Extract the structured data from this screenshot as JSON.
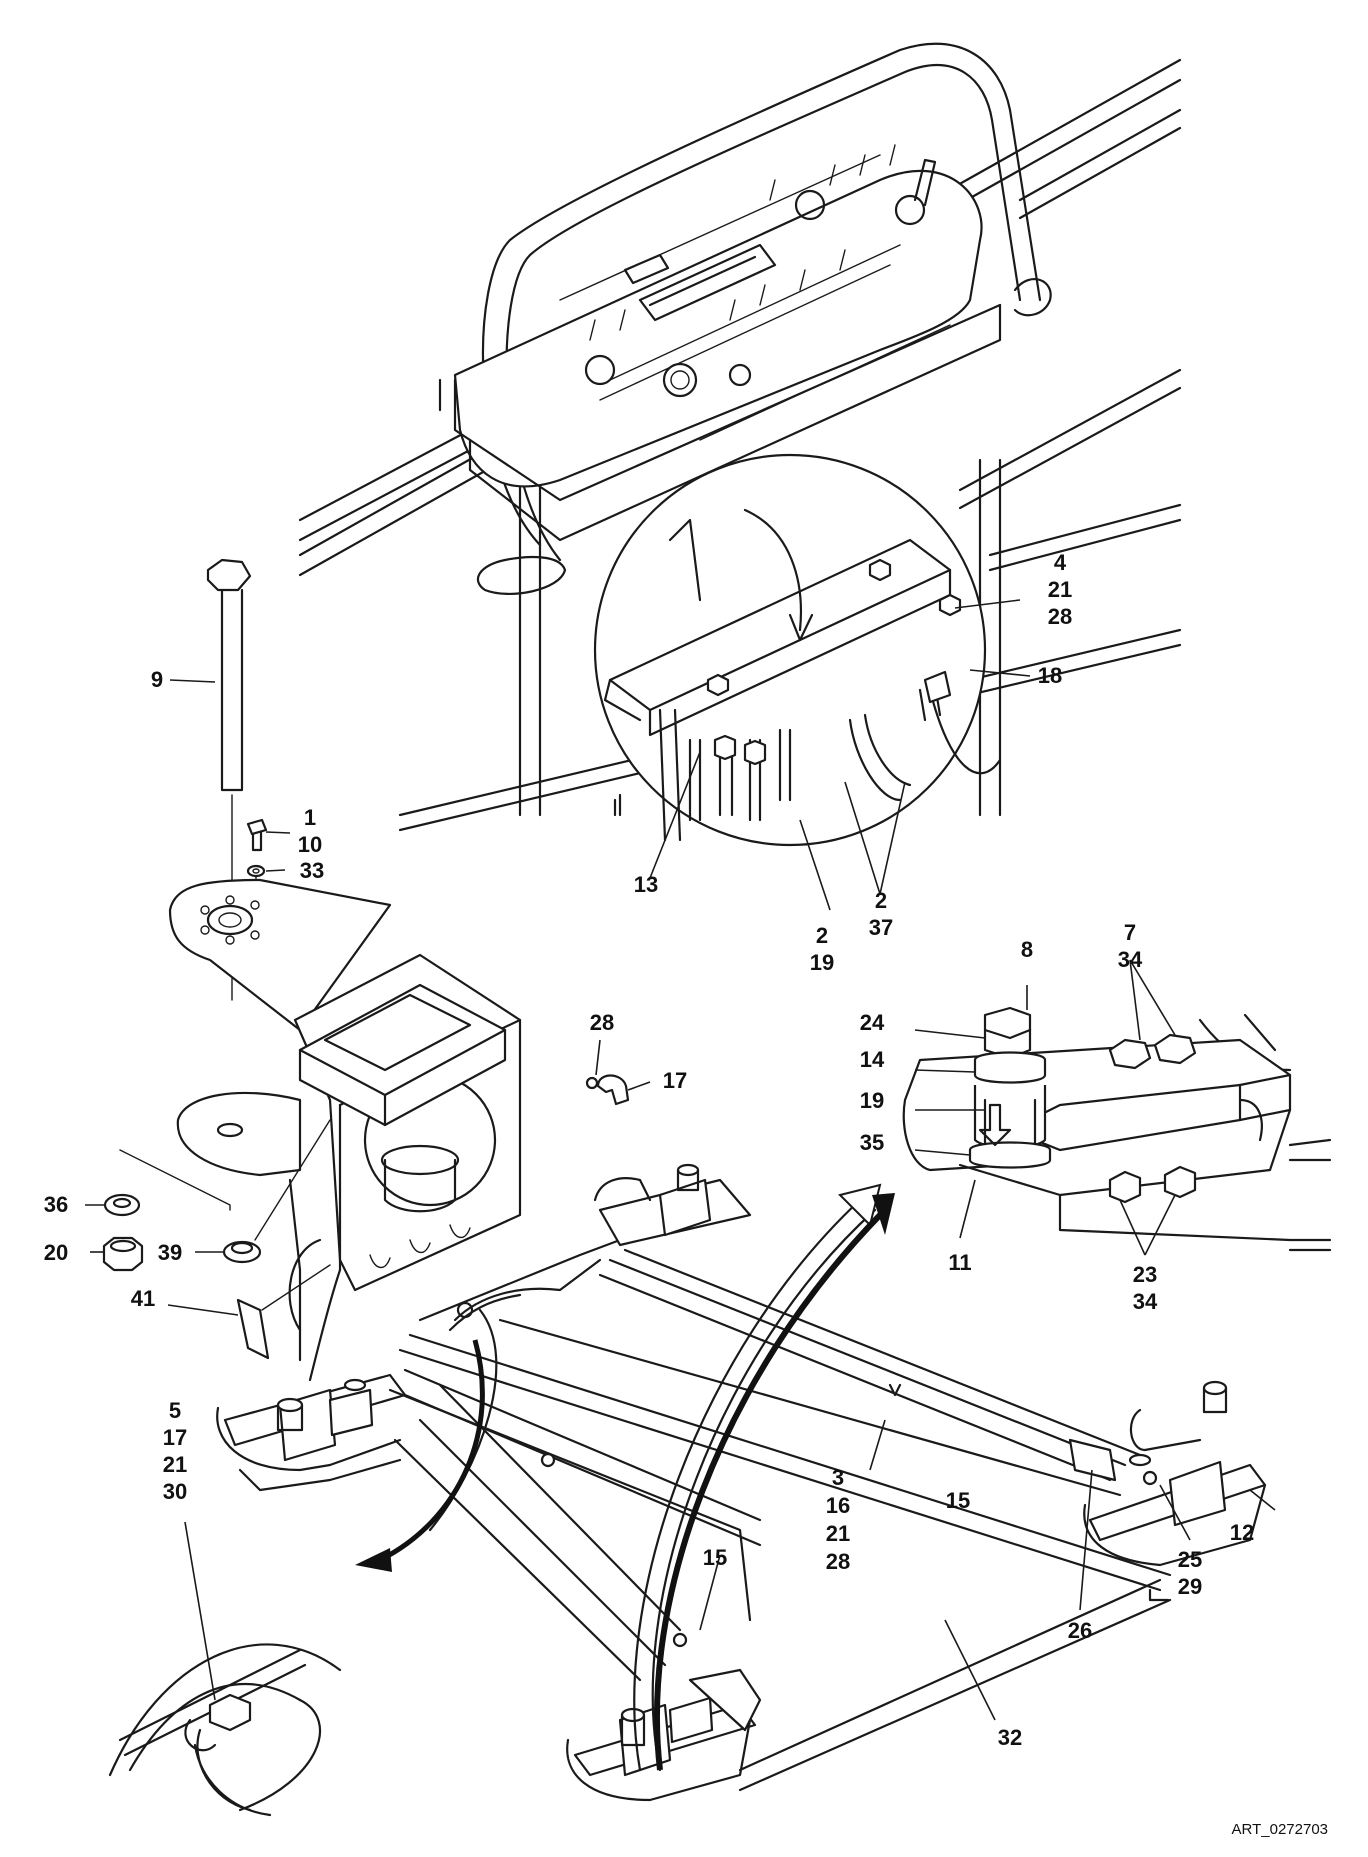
{
  "art_id": "ART_0272703",
  "callouts": {
    "c_4_21_28": [
      "4",
      "21",
      "28"
    ],
    "c_18": [
      "18"
    ],
    "c_9": [
      "9"
    ],
    "c_1_10": [
      "1",
      "10"
    ],
    "c_33": [
      "33"
    ],
    "c_13": [
      "13"
    ],
    "c_2_19": [
      "2",
      "19"
    ],
    "c_2_37": [
      "2",
      "37"
    ],
    "c_8": [
      "8"
    ],
    "c_7_34": [
      "7",
      "34"
    ],
    "c_24": [
      "24"
    ],
    "c_14": [
      "14"
    ],
    "c_19": [
      "19"
    ],
    "c_35": [
      "35"
    ],
    "c_11": [
      "11"
    ],
    "c_23_34": [
      "23",
      "34"
    ],
    "c_28": [
      "28"
    ],
    "c_17": [
      "17"
    ],
    "c_36": [
      "36"
    ],
    "c_20": [
      "20"
    ],
    "c_39": [
      "39"
    ],
    "c_41": [
      "41"
    ],
    "c_5_17_21_30": [
      "5",
      "17",
      "21",
      "30"
    ],
    "c_3_16_21_28": [
      "3",
      "16",
      "21",
      "28"
    ],
    "c_15a": [
      "15"
    ],
    "c_15b": [
      "15"
    ],
    "c_12": [
      "12"
    ],
    "c_25_29": [
      "25",
      "29"
    ],
    "c_26": [
      "26"
    ],
    "c_32": [
      "32"
    ]
  }
}
